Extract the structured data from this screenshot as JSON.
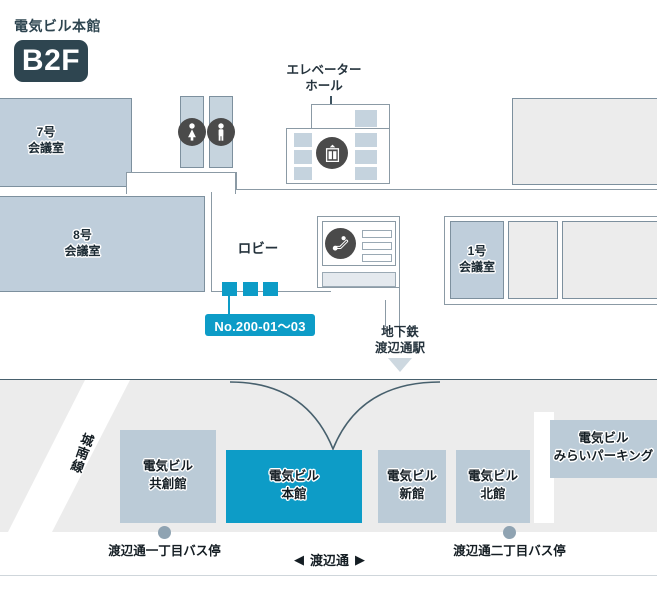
{
  "header": {
    "building_name": "電気ビル本館",
    "floor_badge": "B2F"
  },
  "floor_plan": {
    "rooms": [
      {
        "name": "room-7",
        "label_line1": "7号",
        "label_line2": "会議室"
      },
      {
        "name": "room-8",
        "label_line1": "8号",
        "label_line2": "会議室"
      },
      {
        "name": "room-1",
        "label_line1": "1号",
        "label_line2": "会議室"
      }
    ],
    "lobby_label": "ロビー",
    "elevator_hall": {
      "label_line1": "エレベーター",
      "label_line2": "ホール",
      "icon": "elevator-icon"
    },
    "escalator": {
      "icon": "escalator-icon"
    },
    "restrooms": {
      "women_icon": "restroom-women-icon",
      "men_icon": "restroom-men-icon"
    },
    "booth_marker": {
      "label": "No.200-01〜03",
      "count": 3
    },
    "station_pointer": {
      "label_line1": "地下鉄",
      "label_line2": "渡辺通駅",
      "arrow_icon": "arrow-down-icon"
    }
  },
  "street_map": {
    "road_name": "城南線",
    "blocks": [
      {
        "name": "denki-kyosokan",
        "line1": "電気ビル",
        "line2": "共創館",
        "highlight": false
      },
      {
        "name": "denki-honkan",
        "line1": "電気ビル",
        "line2": "本館",
        "highlight": true
      },
      {
        "name": "denki-shinkan",
        "line1": "電気ビル",
        "line2": "新館",
        "highlight": false
      },
      {
        "name": "denki-kitakan",
        "line1": "電気ビル",
        "line2": "北館",
        "highlight": false
      },
      {
        "name": "denki-mirai-parking",
        "line1": "電気ビル",
        "line2": "みらいパーキング",
        "highlight": false
      }
    ],
    "bus_stops": [
      {
        "name": "watanabedori-1chome",
        "label": "渡辺通一丁目バス停"
      },
      {
        "name": "watanabedori-2chome",
        "label": "渡辺通二丁目バス停"
      }
    ],
    "street_label": {
      "left_arrow": "◀",
      "text": "渡辺通",
      "right_arrow": "▶"
    }
  },
  "colors": {
    "accent_cyan": "#0d9cc7",
    "room_fill": "#bfcedb",
    "dark_slate": "#2e4550",
    "map_bg": "#ececec"
  }
}
